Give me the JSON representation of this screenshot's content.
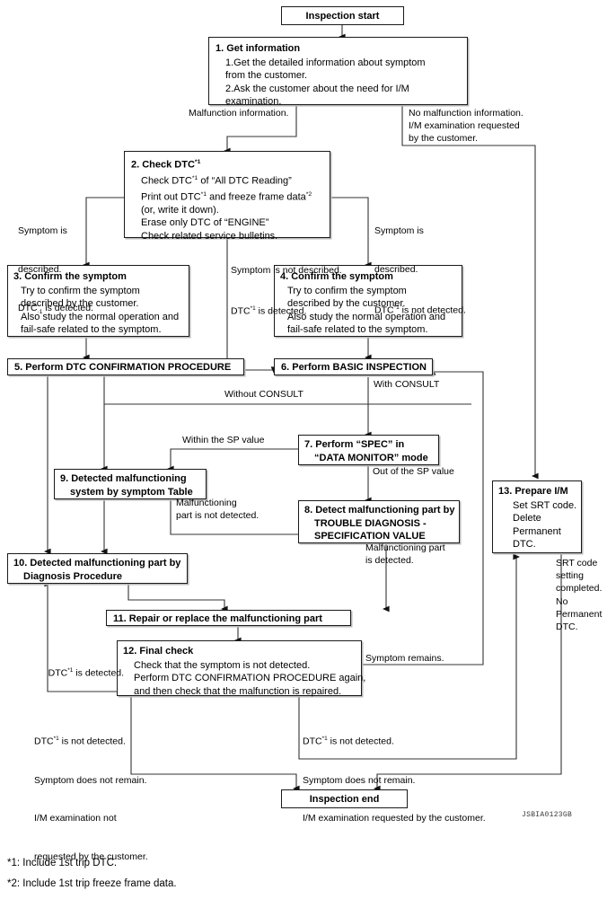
{
  "figure": {
    "code": "JSBIA0123GB",
    "footnotes": [
      "*1: Include 1st trip DTC.",
      "*2: Include 1st trip freeze frame data."
    ]
  },
  "nodes": {
    "start": {
      "title": "Inspection start"
    },
    "end": {
      "title": "Inspection end"
    },
    "n1": {
      "title": "1. Get information",
      "lines": [
        "1.Get the detailed information about symptom",
        "   from the customer.",
        "2.Ask the customer about the need for I/M",
        "   examination."
      ]
    },
    "n2": {
      "title_pre": "2. Check DTC",
      "title_sup": "*1",
      "lines": [
        "Check DTC*1 of “All DTC Reading”",
        "Print out DTC*1 and freeze frame data*2",
        "(or, write it down).",
        "Erase only DTC of “ENGINE”",
        "Check related service bulletins."
      ]
    },
    "n3": {
      "title": "3. Confirm the symptom",
      "lines": [
        "Try to confirm the symptom",
        "described by the customer.",
        "Also study the normal operation and",
        "fail-safe related to the symptom."
      ]
    },
    "n4": {
      "title": "4. Confirm the symptom",
      "lines": [
        "Try to confirm the symptom",
        "described by the customer.",
        "Also study the normal operation and",
        "fail-safe related to the symptom."
      ]
    },
    "n5": {
      "title": "5. Perform DTC CONFIRMATION PROCEDURE"
    },
    "n6": {
      "title": "6. Perform BASIC INSPECTION"
    },
    "n7": {
      "title_l1": "7. Perform “SPEC” in",
      "title_l2": "“DATA MONITOR” mode"
    },
    "n8": {
      "title_l1": "8. Detect malfunctioning part by",
      "title_l2": "TROUBLE DIAGNOSIS -",
      "title_l3": "SPECIFICATION VALUE"
    },
    "n9": {
      "title_l1": "9. Detected malfunctioning",
      "title_l2": "system by symptom Table"
    },
    "n10": {
      "title_l1": "10. Detected malfunctioning part by",
      "title_l2": "Diagnosis Procedure"
    },
    "n11": {
      "title": "11. Repair or replace the malfunctioning part"
    },
    "n12": {
      "title": "12. Final check",
      "lines": [
        "Check that the symptom is not detected.",
        "Perform DTC CONFIRMATION PROCEDURE again,",
        "and then check that the malfunction is repaired."
      ]
    },
    "n13": {
      "title": "13. Prepare I/M",
      "lines": [
        "Set SRT code.",
        "Delete",
        "Permanent",
        "DTC."
      ]
    }
  },
  "edge_labels": {
    "malfunction_info": "Malfunction information.",
    "no_malfunction_info": "No malfunction information.\nI/M examination requested\nby the customer.",
    "symptom_described_dtc_detected_l1": "Symptom is",
    "symptom_described_dtc_detected_l2": "described.",
    "symptom_described_dtc_detected_l3_pre": "DTC",
    "symptom_described_dtc_detected_l3_sub": "·1",
    "symptom_described_dtc_detected_l3_post": " is detected.",
    "symptom_described_dtc_not_detected_l1": "Symptom is",
    "symptom_described_dtc_not_detected_l2": "described.",
    "symptom_described_dtc_not_detected_l3_pre": "DTC",
    "symptom_described_dtc_not_detected_l3_sup": "*1",
    "symptom_described_dtc_not_detected_l3_post": " is not detected.",
    "symptom_not_described_l1": "Symptom is not described.",
    "symptom_not_described_l2_pre": "DTC",
    "symptom_not_described_l2_sup": "*1",
    "symptom_not_described_l2_post": " is detected.",
    "without_consult": "Without CONSULT",
    "with_consult": "With CONSULT",
    "within_sp": "Within the SP value",
    "out_of_sp": "Out of the SP value",
    "part_not_detected": "Malfunctioning\npart is not detected.",
    "part_detected": "Malfunctioning part\nis detected.",
    "srt_completed": "SRT code\nsetting\ncompleted.\nNo\nPermanent\nDTC.",
    "dtc_detected_12_pre": "DTC",
    "dtc_detected_12_sup": "*1",
    "dtc_detected_12_post": " is detected.",
    "symptom_remains": "Symptom remains.",
    "final_left_l1_pre": "DTC",
    "final_left_l1_sup": "*1",
    "final_left_l1_post": " is not detected.",
    "final_left_l2": "Symptom does not remain.",
    "final_left_l3": "I/M examination not",
    "final_left_l4": "requested by the customer.",
    "final_right_l1_pre": "DTC",
    "final_right_l1_sup": "*1",
    "final_right_l1_post": " is not detected.",
    "final_right_l2": "Symptom does not remain.",
    "final_right_l3": "I/M examination requested by the customer."
  }
}
